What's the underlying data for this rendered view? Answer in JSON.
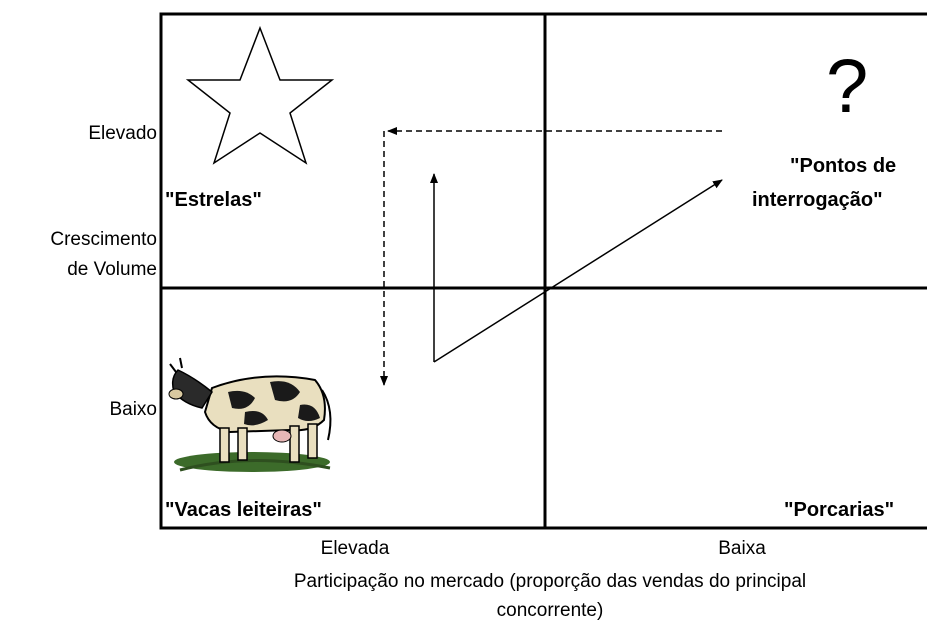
{
  "y_axis": {
    "high_label": "Elevado",
    "title_line1": "Crescimento",
    "title_line2": "de Volume",
    "low_label": "Baixo"
  },
  "x_axis": {
    "high_label": "Elevada",
    "low_label": "Baixa",
    "title_line1": "Participação no mercado (proporção das vendas do principal",
    "title_line2": "concorrente)"
  },
  "quadrants": {
    "stars": "\"Estrelas\"",
    "question_line1": "\"Pontos de",
    "question_line2": "interrogação\"",
    "question_symbol": "?",
    "cows": "\"Vacas leiteiras\"",
    "dogs": "\"Porcarias\""
  },
  "icons": {
    "stars": "star-icon",
    "question": "question-mark-icon",
    "cows": "cow-illustration"
  }
}
